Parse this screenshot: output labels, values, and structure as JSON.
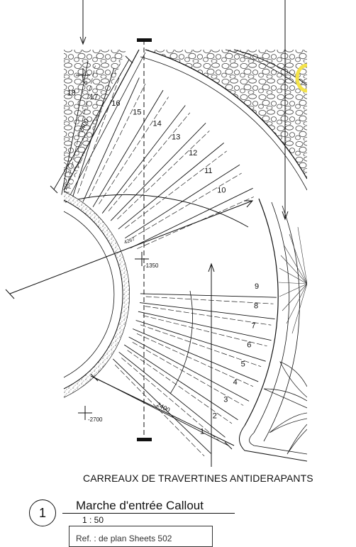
{
  "drawing": {
    "levels": [
      "0",
      "-1350",
      "-2700"
    ],
    "dimensions": {
      "upper_flight_length": "2400",
      "lower_flight_length": "2400",
      "radius": "4267"
    },
    "step_numbers": [
      "1",
      "2",
      "3",
      "4",
      "5",
      "6",
      "7",
      "8",
      "9",
      "10",
      "11",
      "12",
      "13",
      "14",
      "15",
      "16",
      "17",
      "18"
    ]
  },
  "material_note": "CARREAUX DE TRAVERTINES ANTIDERAPANTS",
  "callout": {
    "number": "1",
    "title": "Marche d'entrée Callout",
    "scale": "1 : 50",
    "reference": "Ref. : de plan Sheets 502"
  }
}
